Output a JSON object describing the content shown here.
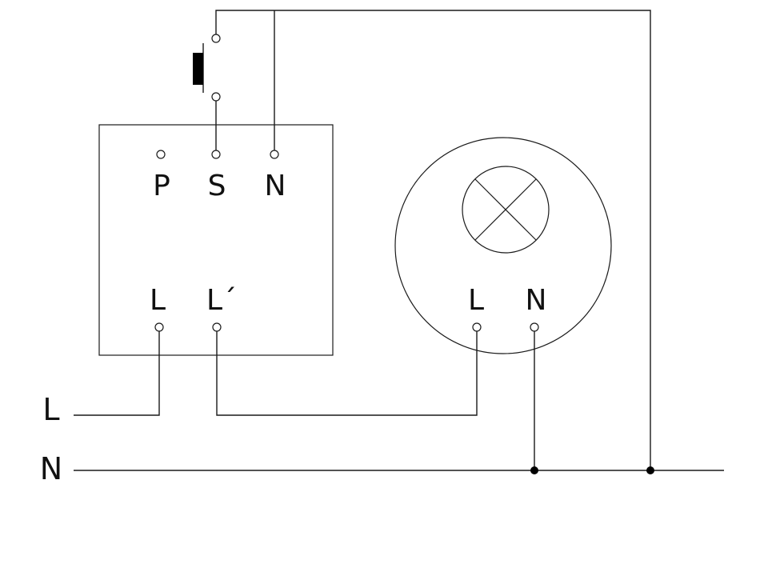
{
  "switch_module": {
    "top_terminals": [
      "P",
      "S",
      "N"
    ],
    "bottom_terminals": [
      "L",
      "L´"
    ]
  },
  "luminaire": {
    "terminals": [
      "L",
      "N"
    ],
    "lamp_symbol": "lamp-cross-icon"
  },
  "pushbutton": {
    "icon": "pushbutton-icon"
  },
  "supply": {
    "line_label": "L",
    "neutral_label": "N"
  },
  "colors": {
    "ink": "#1a1a1a",
    "background": "#ffffff"
  }
}
